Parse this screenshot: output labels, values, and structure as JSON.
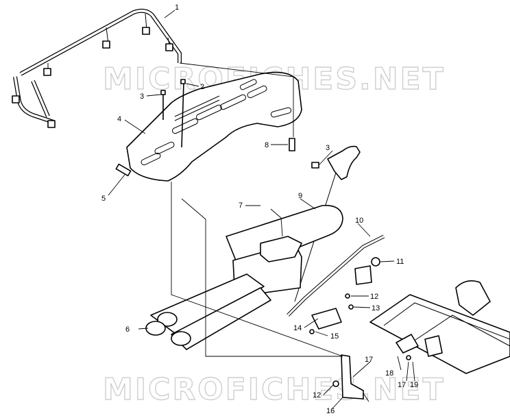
{
  "watermark": "MICROFICHES.NET",
  "callouts": {
    "c1": "1",
    "c2": "2",
    "c3a": "3",
    "c3b": "3",
    "c4": "4",
    "c5": "5",
    "c6": "6",
    "c7": "7",
    "c8": "8",
    "c9": "9",
    "c10": "10",
    "c11": "11",
    "c12a": "12",
    "c12b": "12",
    "c13": "13",
    "c14": "14",
    "c15": "15",
    "c16": "16",
    "c17a": "17",
    "c17b": "17",
    "c18": "18",
    "c19": "19"
  }
}
